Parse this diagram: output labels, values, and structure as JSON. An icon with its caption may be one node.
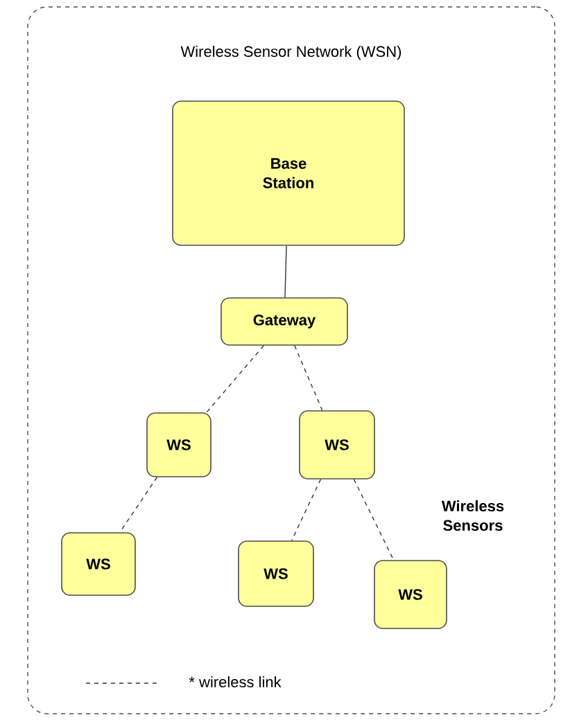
{
  "diagram": {
    "nodes": [
      {
        "text": [
          "Wireless Sensor Network (WSN)"
        ]
      },
      {
        "text": [
          "Base Station"
        ],
        "in": 0
      },
      {
        "text": [
          "Gateway"
        ],
        "in": 0
      },
      {
        "text": [
          "WS"
        ],
        "in": 0
      },
      {
        "text": [
          "WS"
        ],
        "in": 0
      },
      {
        "text": [
          "WS"
        ],
        "in": 0
      },
      {
        "text": [
          "WS"
        ],
        "in": 0
      },
      {
        "text": [
          "WS"
        ],
        "in": 0
      }
    ],
    "edges": [
      {
        "from": 1,
        "to": 2,
        "arrow": "none"
      },
      {
        "from": 2,
        "to": 3,
        "arrow": "none",
        "style": "dashed"
      },
      {
        "from": 2,
        "to": 4,
        "arrow": "none",
        "style": "dashed"
      },
      {
        "from": 3,
        "to": 5,
        "arrow": "none",
        "style": "dashed"
      },
      {
        "from": 4,
        "to": 6,
        "arrow": "none",
        "style": "dashed"
      },
      {
        "from": 4,
        "to": 7,
        "arrow": "none",
        "style": "dashed"
      }
    ],
    "labels": [
      "Wireless Sensors"
    ],
    "legend": [
      {
        "text": "* wireless link"
      }
    ]
  }
}
